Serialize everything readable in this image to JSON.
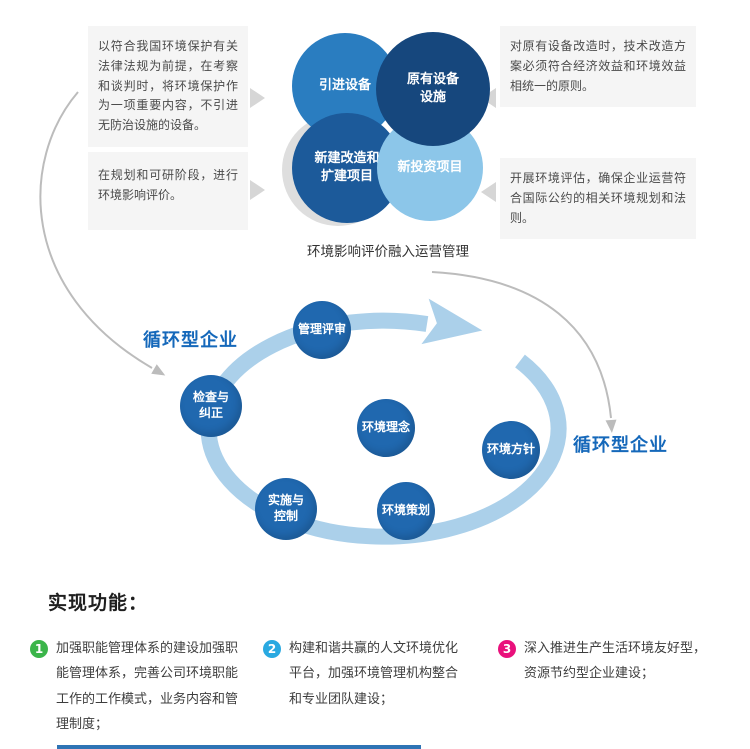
{
  "colors": {
    "circle_import": "#2a7dc0",
    "circle_existing": "#16477d",
    "circle_rebuild": "#1c5a9a",
    "circle_newinvest": "#8cc6e9",
    "circle_ghost": "#dedede",
    "cycle_node": "#2068af",
    "cycle_arc": "#abd0ea",
    "badge_1": "#3bb54a",
    "badge_2": "#29a9e1",
    "badge_3": "#e9117c",
    "cycle_label_blue": "#1568ba",
    "bottom_line": "#2e74b5"
  },
  "venn": {
    "caption": "环境影响评价融入运营管理",
    "circles": {
      "import": "引进设备",
      "existing": "原有设备\n设施",
      "rebuild": "新建改造和\n扩建项目",
      "newinvest": "新投资项目"
    }
  },
  "callouts": {
    "top_left": "以符合我国环境保护有关法律法规为前提，在考察和谈判时，将环境保护作为一项重要内容，不引进无防治设施的设备。",
    "bottom_left": "在规划和可研阶段，进行环境影响评价。",
    "top_right": "对原有设备改造时，技术改造方案必须符合经济效益和环境效益相统一的原则。",
    "bottom_right": "开展环境评估，确保企业运营符合国际公约的相关环境规划和法则。"
  },
  "cycle": {
    "left_label": "循环型企业",
    "right_label": "循环型企业",
    "nodes": {
      "review": "管理评审",
      "check": "检查与\n纠正",
      "implement": "实施与\n控制",
      "plan": "环境策划",
      "policy": "环境方针",
      "concept": "环境理念"
    }
  },
  "functions": {
    "heading": "实现功能：",
    "items": [
      {
        "num": "1",
        "text": "加强职能管理体系的建设加强职能管理体系，完善公司环境职能工作的工作模式，业务内容和管理制度；"
      },
      {
        "num": "2",
        "text": "构建和谐共赢的人文环境优化平台，加强环境管理机构整合和专业团队建设；"
      },
      {
        "num": "3",
        "text": "深入推进生产生活环境友好型，资源节约型企业建设；"
      }
    ]
  }
}
